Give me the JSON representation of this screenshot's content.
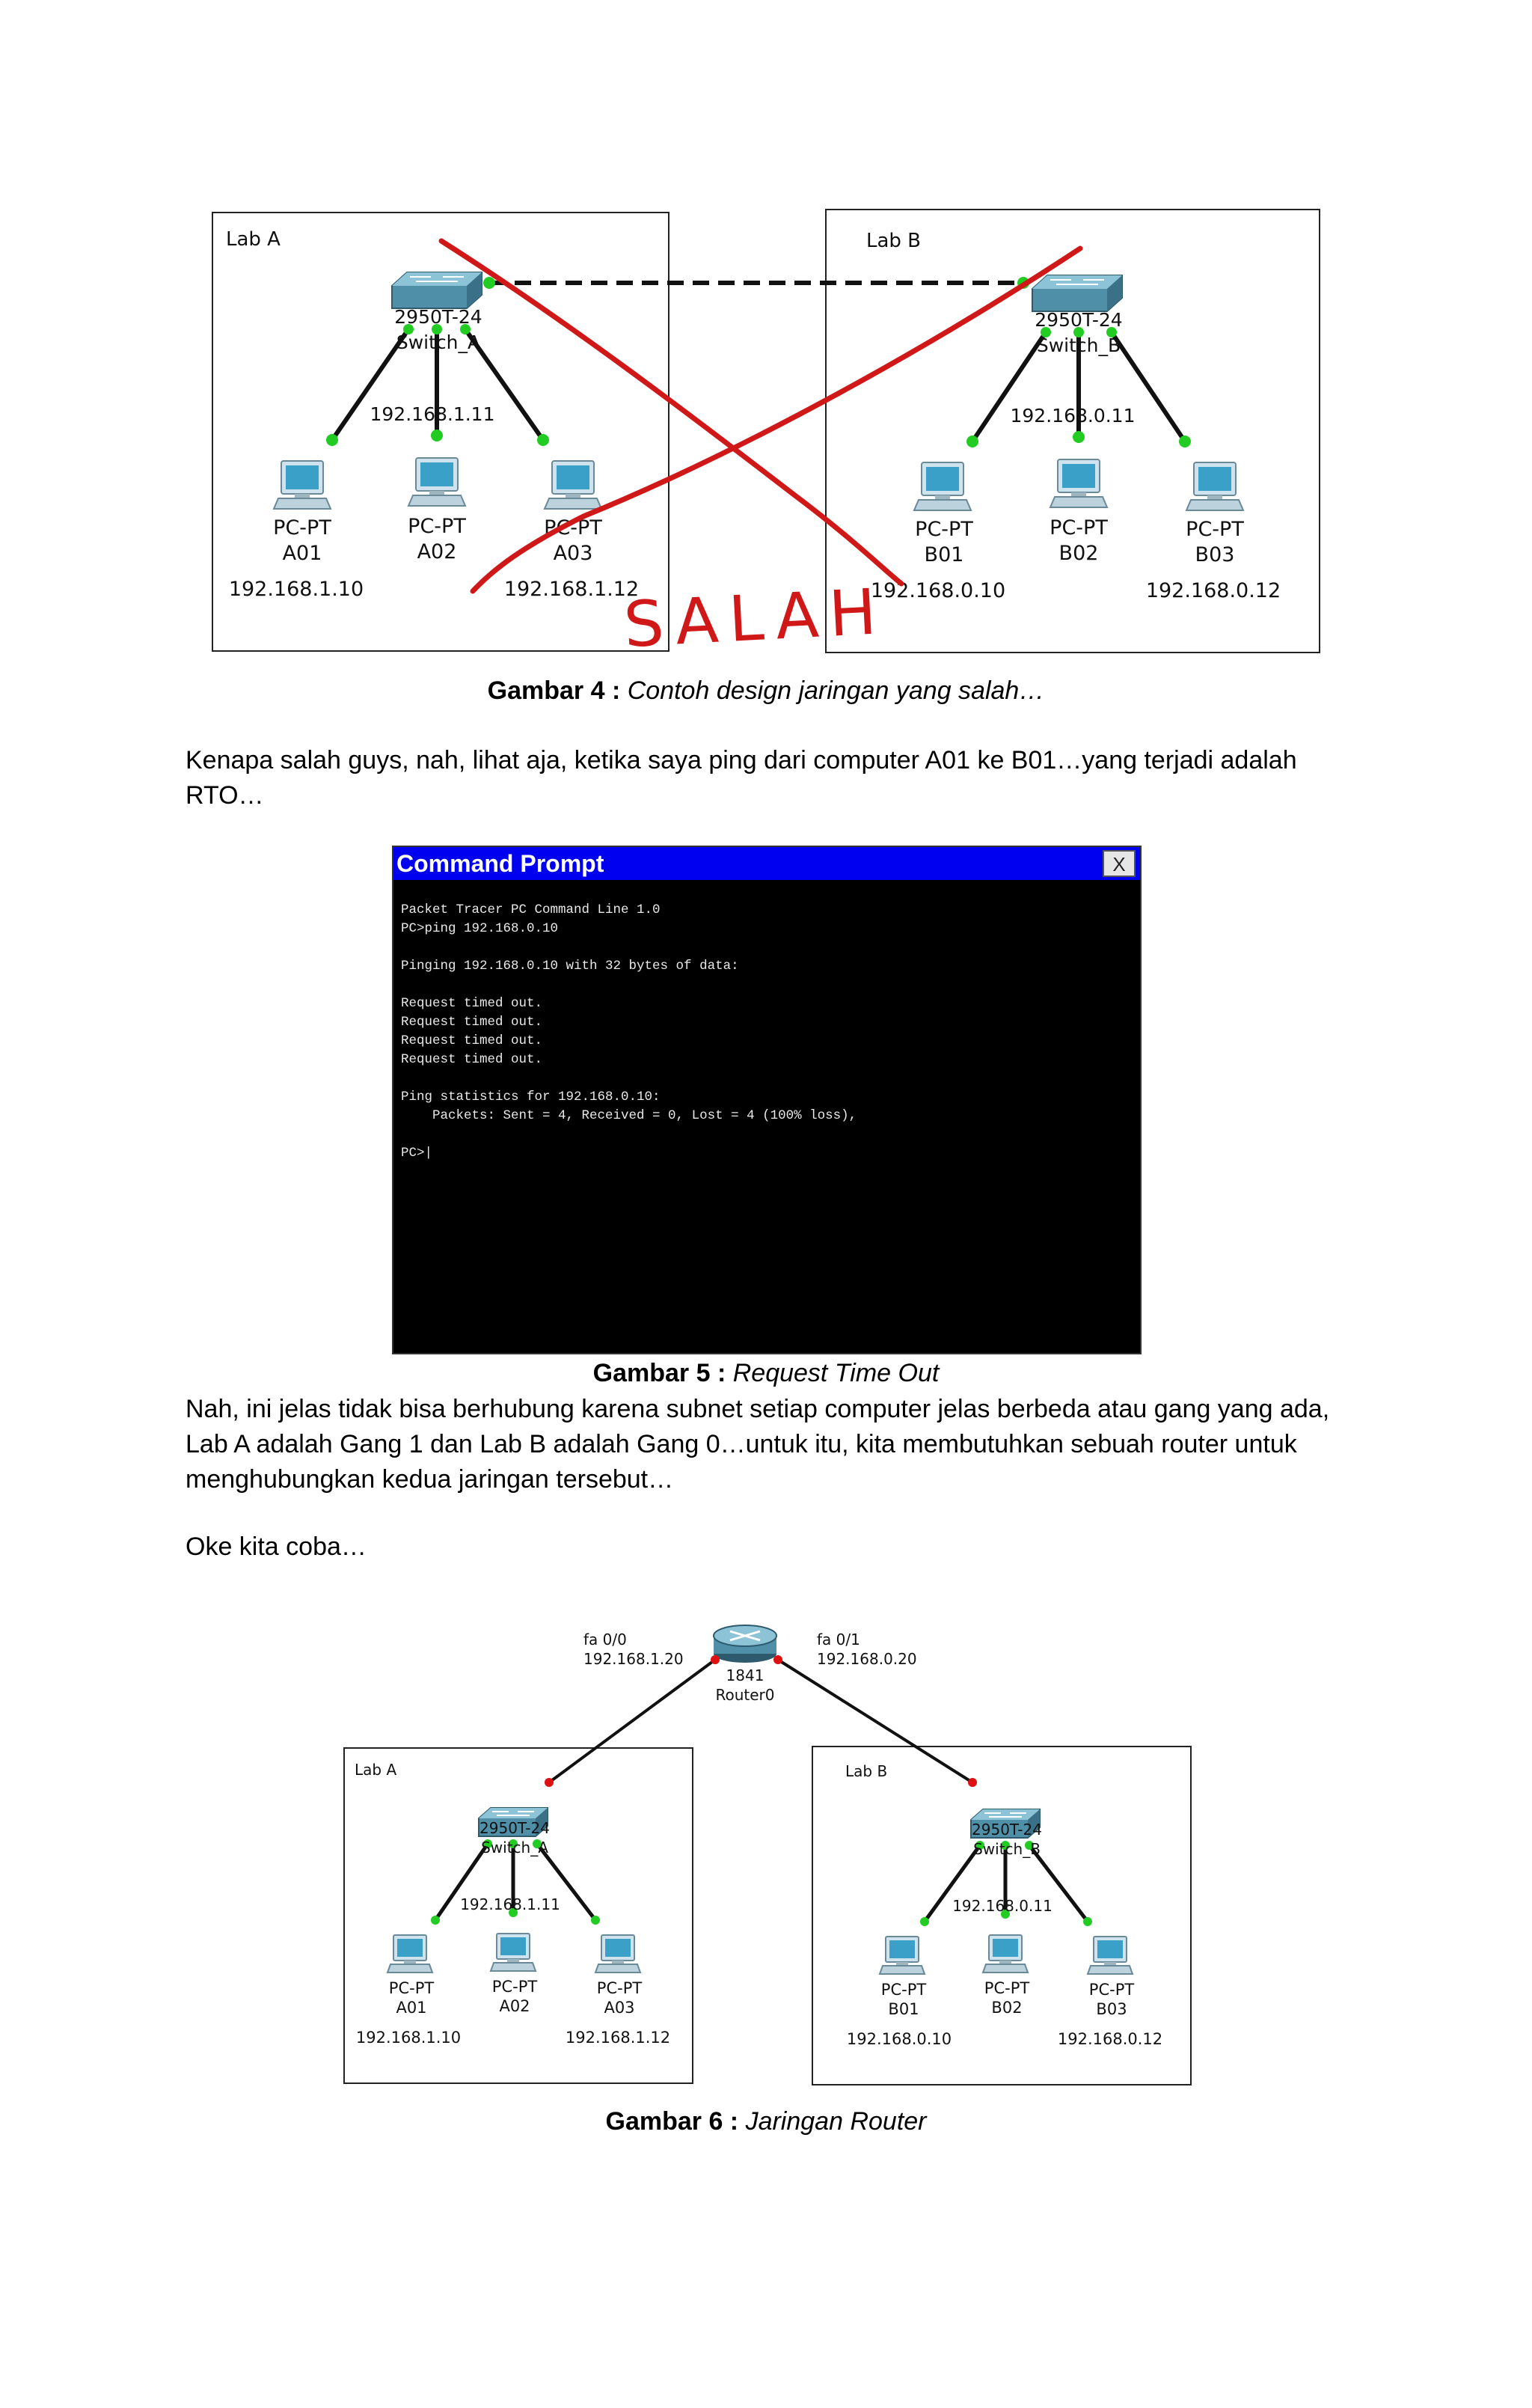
{
  "figure4": {
    "lab_a": {
      "title": "Lab A",
      "switch_model": "2950T-24",
      "switch_name": "Switch_A",
      "switch_ip": "192.168.1.11",
      "pcs": [
        {
          "type": "PC-PT",
          "name": "A01",
          "ip": "192.168.1.10"
        },
        {
          "type": "PC-PT",
          "name": "A02",
          "ip": ""
        },
        {
          "type": "PC-PT",
          "name": "A03",
          "ip": "192.168.1.12"
        }
      ]
    },
    "lab_b": {
      "title": "Lab B",
      "switch_model": "2950T-24",
      "switch_name": "Switch_B",
      "switch_ip": "192.168.0.11",
      "pcs": [
        {
          "type": "PC-PT",
          "name": "B01",
          "ip": "192.168.0.10"
        },
        {
          "type": "PC-PT",
          "name": "B02",
          "ip": ""
        },
        {
          "type": "PC-PT",
          "name": "B03",
          "ip": "192.168.0.12"
        }
      ]
    },
    "overlay_text": "SALAH",
    "overlay_color": "#d01818",
    "caption_bold": "Gambar 4 :",
    "caption_italic": "Contoh design jaringan yang salah…"
  },
  "paragraph1": [
    "Kenapa salah guys, nah, lihat aja, ketika saya ping dari computer A01 ke B01…yang terjadi adalah",
    "RTO…"
  ],
  "command_prompt": {
    "title": "Command Prompt",
    "close_label": "X",
    "lines": [
      "Packet Tracer PC Command Line 1.0",
      "PC>ping 192.168.0.10",
      "",
      "Pinging 192.168.0.10 with 32 bytes of data:",
      "",
      "Request timed out.",
      "Request timed out.",
      "Request timed out.",
      "Request timed out.",
      "",
      "Ping statistics for 192.168.0.10:",
      "    Packets: Sent = 4, Received = 0, Lost = 4 (100% loss),",
      "",
      "PC>|"
    ],
    "title_bar_color": "#0000f0"
  },
  "figure5": {
    "caption_bold": "Gambar 5 :",
    "caption_italic": "Request Time Out"
  },
  "paragraph2": [
    "Nah, ini jelas tidak bisa berhubung karena subnet setiap computer jelas berbeda atau gang yang ada,",
    "Lab A adalah Gang 1 dan Lab B adalah Gang 0…untuk itu, kita membutuhkan sebuah router untuk",
    "menghubungkan kedua jaringan tersebut…"
  ],
  "paragraph3": "Oke kita coba…",
  "figure6": {
    "router": {
      "model": "1841",
      "name": "Router0",
      "port_left": "fa 0/0",
      "ip_left": "192.168.1.20",
      "port_right": "fa 0/1",
      "ip_right": "192.168.0.20"
    },
    "lab_a": {
      "title": "Lab A",
      "switch_model": "2950T-24",
      "switch_name": "Switch_A",
      "switch_ip": "192.168.1.11",
      "pcs": [
        {
          "type": "PC-PT",
          "name": "A01",
          "ip": "192.168.1.10"
        },
        {
          "type": "PC-PT",
          "name": "A02",
          "ip": ""
        },
        {
          "type": "PC-PT",
          "name": "A03",
          "ip": "192.168.1.12"
        }
      ]
    },
    "lab_b": {
      "title": "Lab B",
      "switch_model": "2950T-24",
      "switch_name": "Switch_B",
      "switch_ip": "192.168.0.11",
      "pcs": [
        {
          "type": "PC-PT",
          "name": "B01",
          "ip": "192.168.0.10"
        },
        {
          "type": "PC-PT",
          "name": "B02",
          "ip": ""
        },
        {
          "type": "PC-PT",
          "name": "B03",
          "ip": "192.168.0.12"
        }
      ]
    },
    "caption_bold": "Gambar 6 :",
    "caption_italic": "Jaringan Router"
  },
  "colors": {
    "link_up": "#22cc22",
    "link_down": "#dd1111",
    "pc_screen": "#3aa0c8",
    "switch_body": "#4f8fa8"
  }
}
